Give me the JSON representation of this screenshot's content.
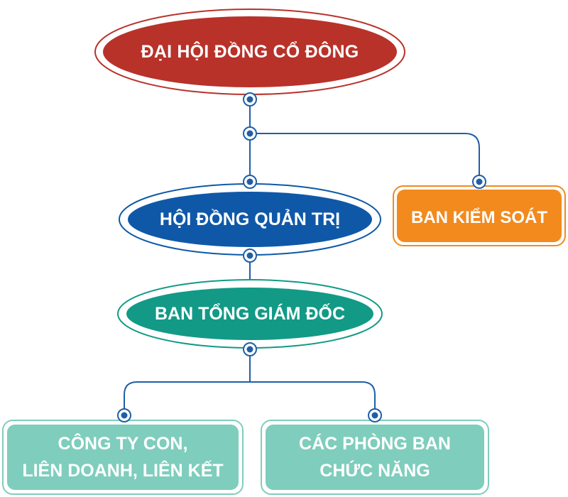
{
  "nodes": {
    "shareholders": {
      "label": "ĐẠI HỘI ĐỒNG CỔ ĐÔNG",
      "color": "#b8322a"
    },
    "board": {
      "label": "HỘI ĐỒNG QUẢN TRỊ",
      "color": "#0f58a8"
    },
    "supervisory": {
      "label": "BAN KIỂM SOÁT",
      "color": "#f28a1e"
    },
    "management": {
      "label": "BAN TỔNG GIÁM ĐỐC",
      "color": "#129a86"
    },
    "subsidiaries": {
      "line1": "CÔNG TY CON,",
      "line2": "LIÊN DOANH, LIÊN KẾT",
      "color": "#7fcdbd"
    },
    "departments": {
      "line1": "CÁC PHÒNG BAN",
      "line2": "CHỨC NĂNG",
      "color": "#7fcdbd"
    }
  },
  "connector_color": "#1f5fa6"
}
